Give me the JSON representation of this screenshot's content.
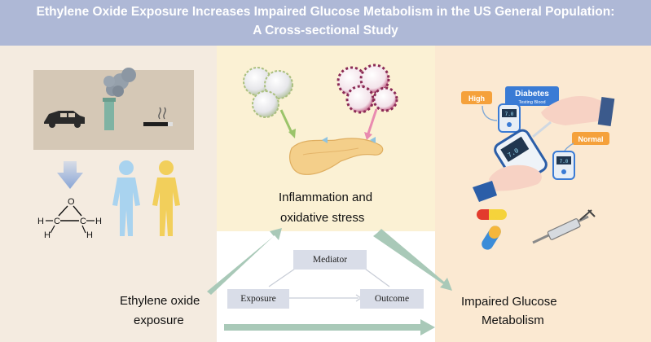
{
  "title": {
    "line1": "Ethylene Oxide Exposure Increases Impaired Glucose Metabolism in the US General Population:",
    "line2": "A Cross-sectional Study"
  },
  "labels": {
    "inflammation_line1": "Inflammation and",
    "inflammation_line2": "oxidative stress",
    "exposure_line1": "Ethylene oxide",
    "exposure_line2": "exposure",
    "impaired_line1": "Impaired Glucose",
    "impaired_line2": "Metabolism"
  },
  "mediation_boxes": {
    "mediator": "Mediator",
    "exposure": "Exposure",
    "outcome": "Outcome"
  },
  "diabetes_sign": {
    "title": "Diabetes",
    "subtitle": "Testing Blood"
  },
  "meter_tags": {
    "high": "High",
    "normal": "Normal"
  },
  "meter_readings": {
    "reading": "7.0"
  },
  "molecule_atoms": {
    "h": "H",
    "c": "C",
    "o": "O"
  },
  "colors": {
    "title_bar": "#aeb8d6",
    "arrow": "#a9c9b8",
    "box": "#d9dde8",
    "diabetes_sign": "#3a7bd5"
  }
}
